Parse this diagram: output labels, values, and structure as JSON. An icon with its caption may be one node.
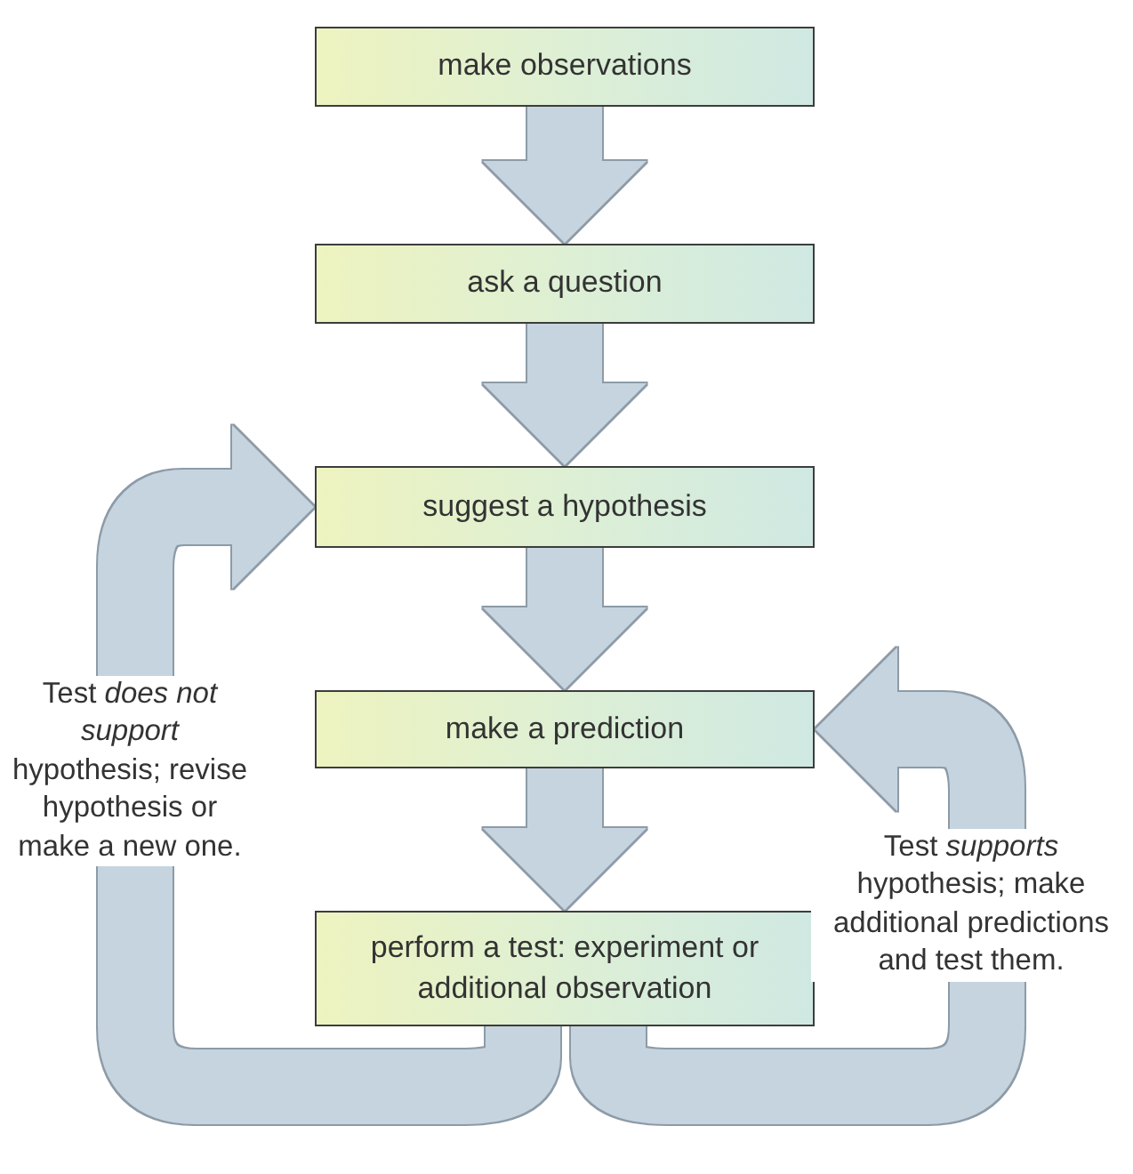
{
  "diagram": {
    "nodes": [
      {
        "text": [
          "make observations"
        ]
      },
      {
        "text": [
          "ask a question"
        ]
      },
      {
        "text": [
          "suggest a hypothesis"
        ]
      },
      {
        "text": [
          "make a prediction"
        ]
      },
      {
        "text": [
          "perform a test: experiment or additional observation"
        ]
      }
    ],
    "edges": [
      {
        "from": 0,
        "to": 1,
        "arrow": "to"
      },
      {
        "from": 1,
        "to": 2,
        "arrow": "to"
      },
      {
        "from": 2,
        "to": 3,
        "arrow": "to"
      },
      {
        "from": 3,
        "to": 4,
        "arrow": "to"
      },
      {
        "from": 4,
        "to": 2,
        "arrow": "to",
        "label": "Test *does not support* hypothesis; revise hypothesis or make a new one."
      },
      {
        "from": 4,
        "to": 3,
        "arrow": "to",
        "label": "Test *supports* hypothesis; make additional predictions and test them."
      }
    ]
  }
}
